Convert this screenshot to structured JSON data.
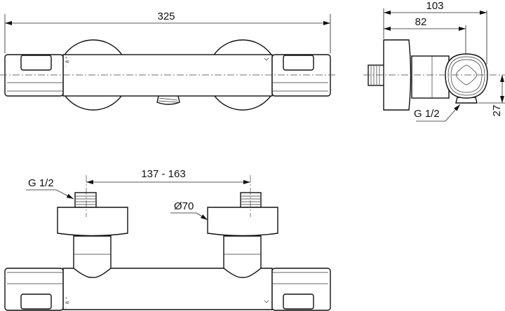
{
  "dimensions": {
    "overall_length": "325",
    "depth_total": "103",
    "depth_axis": "82",
    "outlet_offset": "27",
    "outlet_thread": "G 1/2",
    "inlet_spacing": "137 - 163",
    "inlet_thread": "G 1/2",
    "cover_diameter": "Ø70"
  },
  "markings": {
    "plus": "+",
    "temp": "40",
    "minus": "-"
  }
}
